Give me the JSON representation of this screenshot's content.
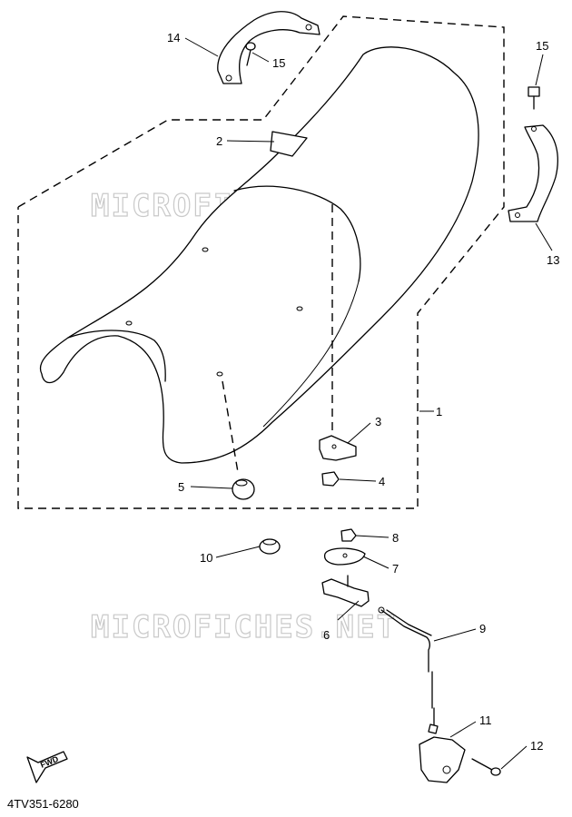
{
  "diagram": {
    "watermark": "MICROFICHES.NET",
    "drawing_code": "4TV351-6280",
    "fwd_label": "FWD",
    "callouts": [
      "1",
      "2",
      "3",
      "4",
      "5",
      "6",
      "7",
      "8",
      "9",
      "10",
      "11",
      "12",
      "13",
      "14",
      "15",
      "15"
    ]
  }
}
